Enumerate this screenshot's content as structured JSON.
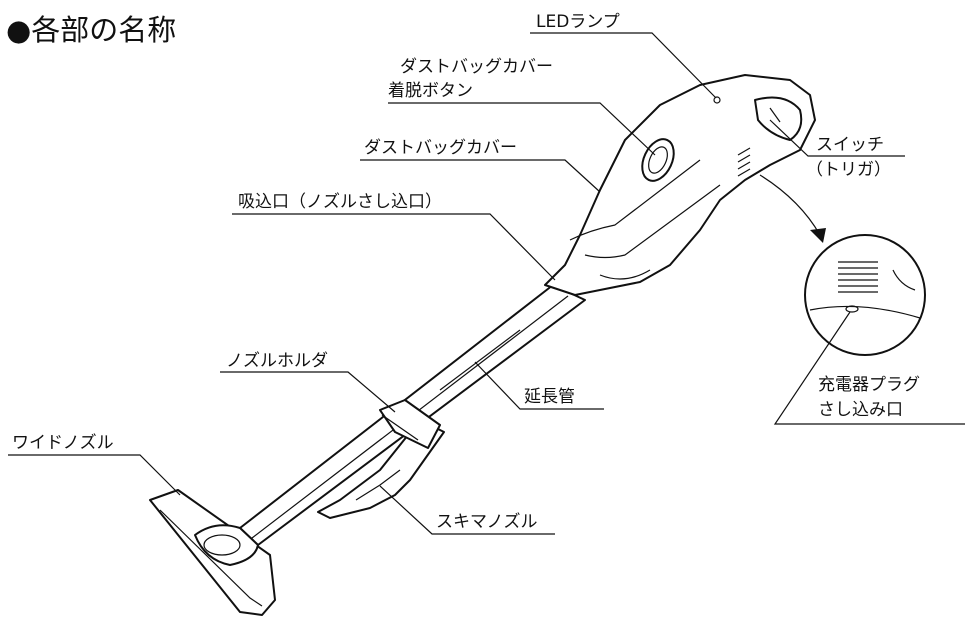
{
  "title": "●各部の名称",
  "labels": {
    "led_lamp": "LEDランプ",
    "dust_cover_release_1": "ダストバッグカバー",
    "dust_cover_release_2": "着脱ボタン",
    "dust_cover": "ダストバッグカバー",
    "switch_1": "スイッチ",
    "switch_2": "（トリガ）",
    "suction_inlet": "吸込口（ノズルさし込口）",
    "charger_plug_1": "充電器プラグ",
    "charger_plug_2": "さし込み口",
    "nozzle_holder": "ノズルホルダ",
    "extension_pipe": "延長管",
    "wide_nozzle": "ワイドノズル",
    "crevice_nozzle": "スキマノズル"
  }
}
